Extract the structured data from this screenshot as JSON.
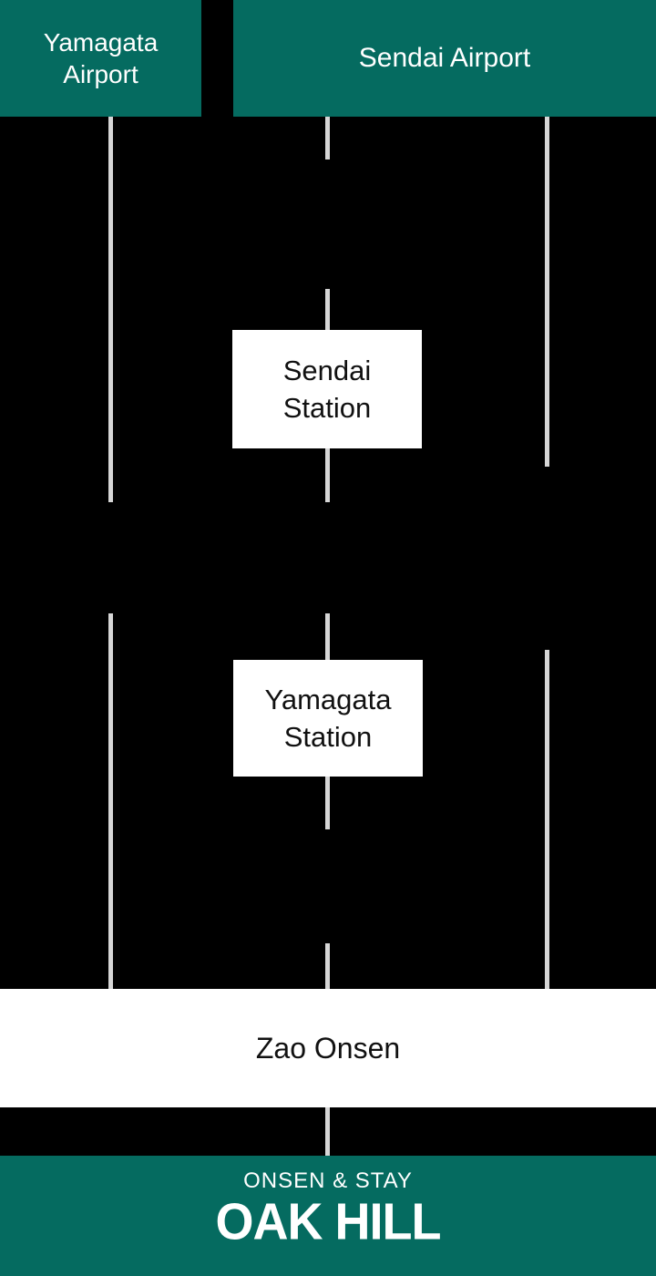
{
  "colors": {
    "teal": "#056b60",
    "line_gray": "#d6d6d6",
    "background": "#000000",
    "box_white": "#ffffff",
    "text_dark": "#111111",
    "text_light": "#ffffff"
  },
  "nodes": {
    "yamagata_airport": {
      "line1": "Yamagata",
      "line2": "Airport"
    },
    "sendai_airport": {
      "label": "Sendai Airport"
    },
    "sendai_station": {
      "line1": "Sendai",
      "line2": "Station"
    },
    "yamagata_station": {
      "line1": "Yamagata",
      "line2": "Station"
    },
    "zao_onsen": {
      "label": "Zao Onsen"
    }
  },
  "footer": {
    "tagline": "ONSEN & STAY",
    "brand": "OAK HILL"
  }
}
